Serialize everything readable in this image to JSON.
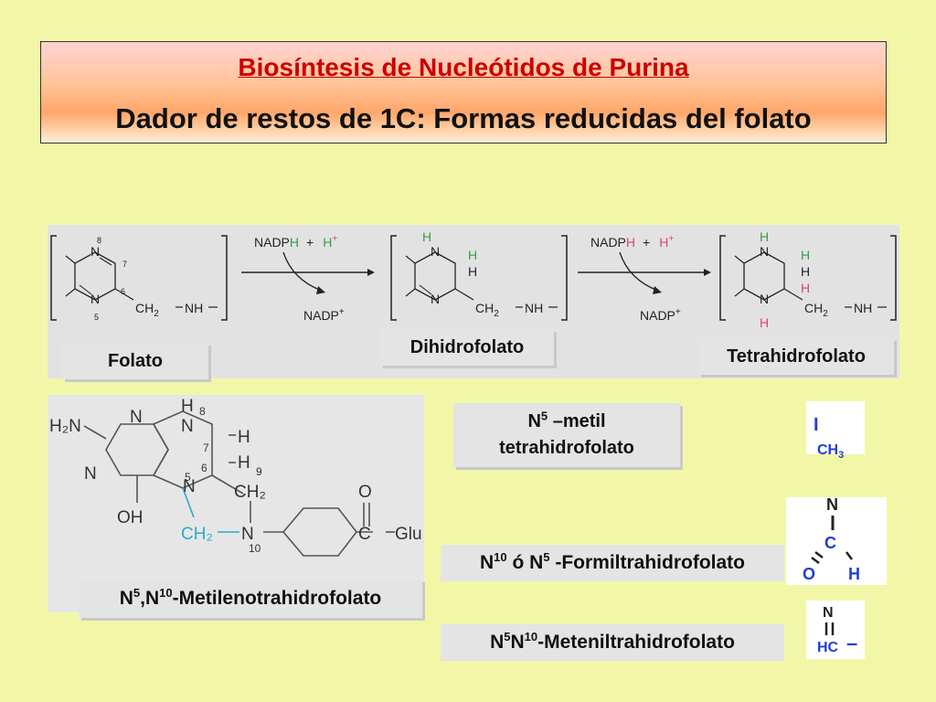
{
  "header": {
    "title": "Biosíntesis de Nucleótidos de Purina",
    "subtitle": "Dador de restos de 1C: Formas reducidas del folato"
  },
  "reaction": {
    "labels": {
      "folato": "Folato",
      "dihidrofolato": "Dihidrofolato",
      "tetrahidrofolato": "Tetrahidrofolato"
    },
    "cofactor_top_a": "NADP",
    "cofactor_top_h": "H",
    "plus": "+",
    "proton": "H",
    "proton_sup": "+",
    "cofactor_bottom": "NADP",
    "cofactor_bottom_sup": "+",
    "atoms": {
      "n": "N",
      "h": "H",
      "ch2": "CH",
      "ch2_sub": "2",
      "nh": "NH",
      "n8": "8",
      "n5": "5",
      "c6": "6",
      "c7": "7"
    }
  },
  "structure": {
    "caption_n5": "N",
    "caption_sup5": "5",
    "caption_comma_n": ",N",
    "caption_sup10": "10",
    "caption_rest": "-Metilenotrahidrofolato",
    "atoms": {
      "h2n": "H₂N",
      "n": "N",
      "oh": "OH",
      "h": "H",
      "ch2": "CH₂",
      "o": "O",
      "c": "C",
      "glu": "Glu",
      "n8": "8",
      "n5": "5",
      "c6": "6",
      "c7": "7",
      "c9": "9",
      "n10": "10",
      "hdash": "−"
    }
  },
  "derivatives": {
    "metil": {
      "line1_n": "N",
      "line1_sup": "5",
      "line1_rest": " –metil",
      "line2": "tetrahidrofolato",
      "fragment_bar": "I",
      "fragment_ch": "CH",
      "fragment_sub": "3"
    },
    "formil": {
      "n": "N",
      "sup10": "10",
      "mid": " ó N",
      "sup5": "5",
      "rest": " -Formiltrahidrofolato",
      "frag_n": "N",
      "frag_c": "C",
      "frag_o": "O",
      "frag_h": "H"
    },
    "metenil": {
      "n": "N",
      "sup5": "5",
      "n2": "N",
      "sup10": "10",
      "rest": "-Meteniltrahidrofolato",
      "frag_n": "N",
      "frag_hc": "HC",
      "frag_dash": "–"
    }
  },
  "colors": {
    "background": "#f2f7a8",
    "title_red": "#cc0000",
    "blue": "#1f3fd1",
    "pink": "#e0407a",
    "green": "#3a9a4a",
    "cyan": "#2fa8c9"
  }
}
